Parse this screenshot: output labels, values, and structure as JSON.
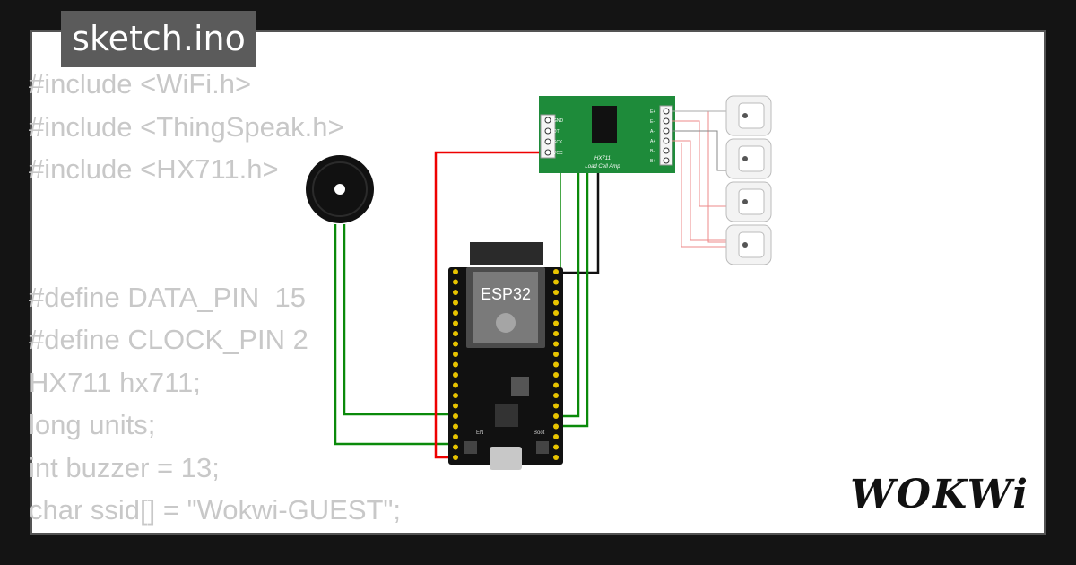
{
  "tab": {
    "title": "sketch.ino"
  },
  "code_lines": [
    "#include <WiFi.h>",
    "#include <ThingSpeak.h>",
    "#include <HX711.h>",
    "",
    "",
    "#define DATA_PIN  15",
    "#define CLOCK_PIN 2",
    "HX711 hx711;",
    "long units;",
    "int buzzer = 13;",
    "char ssid[] = \"Wokwi-GUEST\";"
  ],
  "diagram": {
    "esp32_label": "ESP32",
    "hx711_title": "HX711",
    "hx711_subtitle": "Load Cell Amp",
    "hx711_left_pins": [
      "GND",
      "DT",
      "SCK",
      "VCC"
    ],
    "hx711_right_pins": [
      "E+",
      "E-",
      "A-",
      "A+",
      "B-",
      "B+"
    ],
    "boot_label": "Boot",
    "en_label": "EN"
  },
  "brand": {
    "logo": "WOKWi"
  }
}
